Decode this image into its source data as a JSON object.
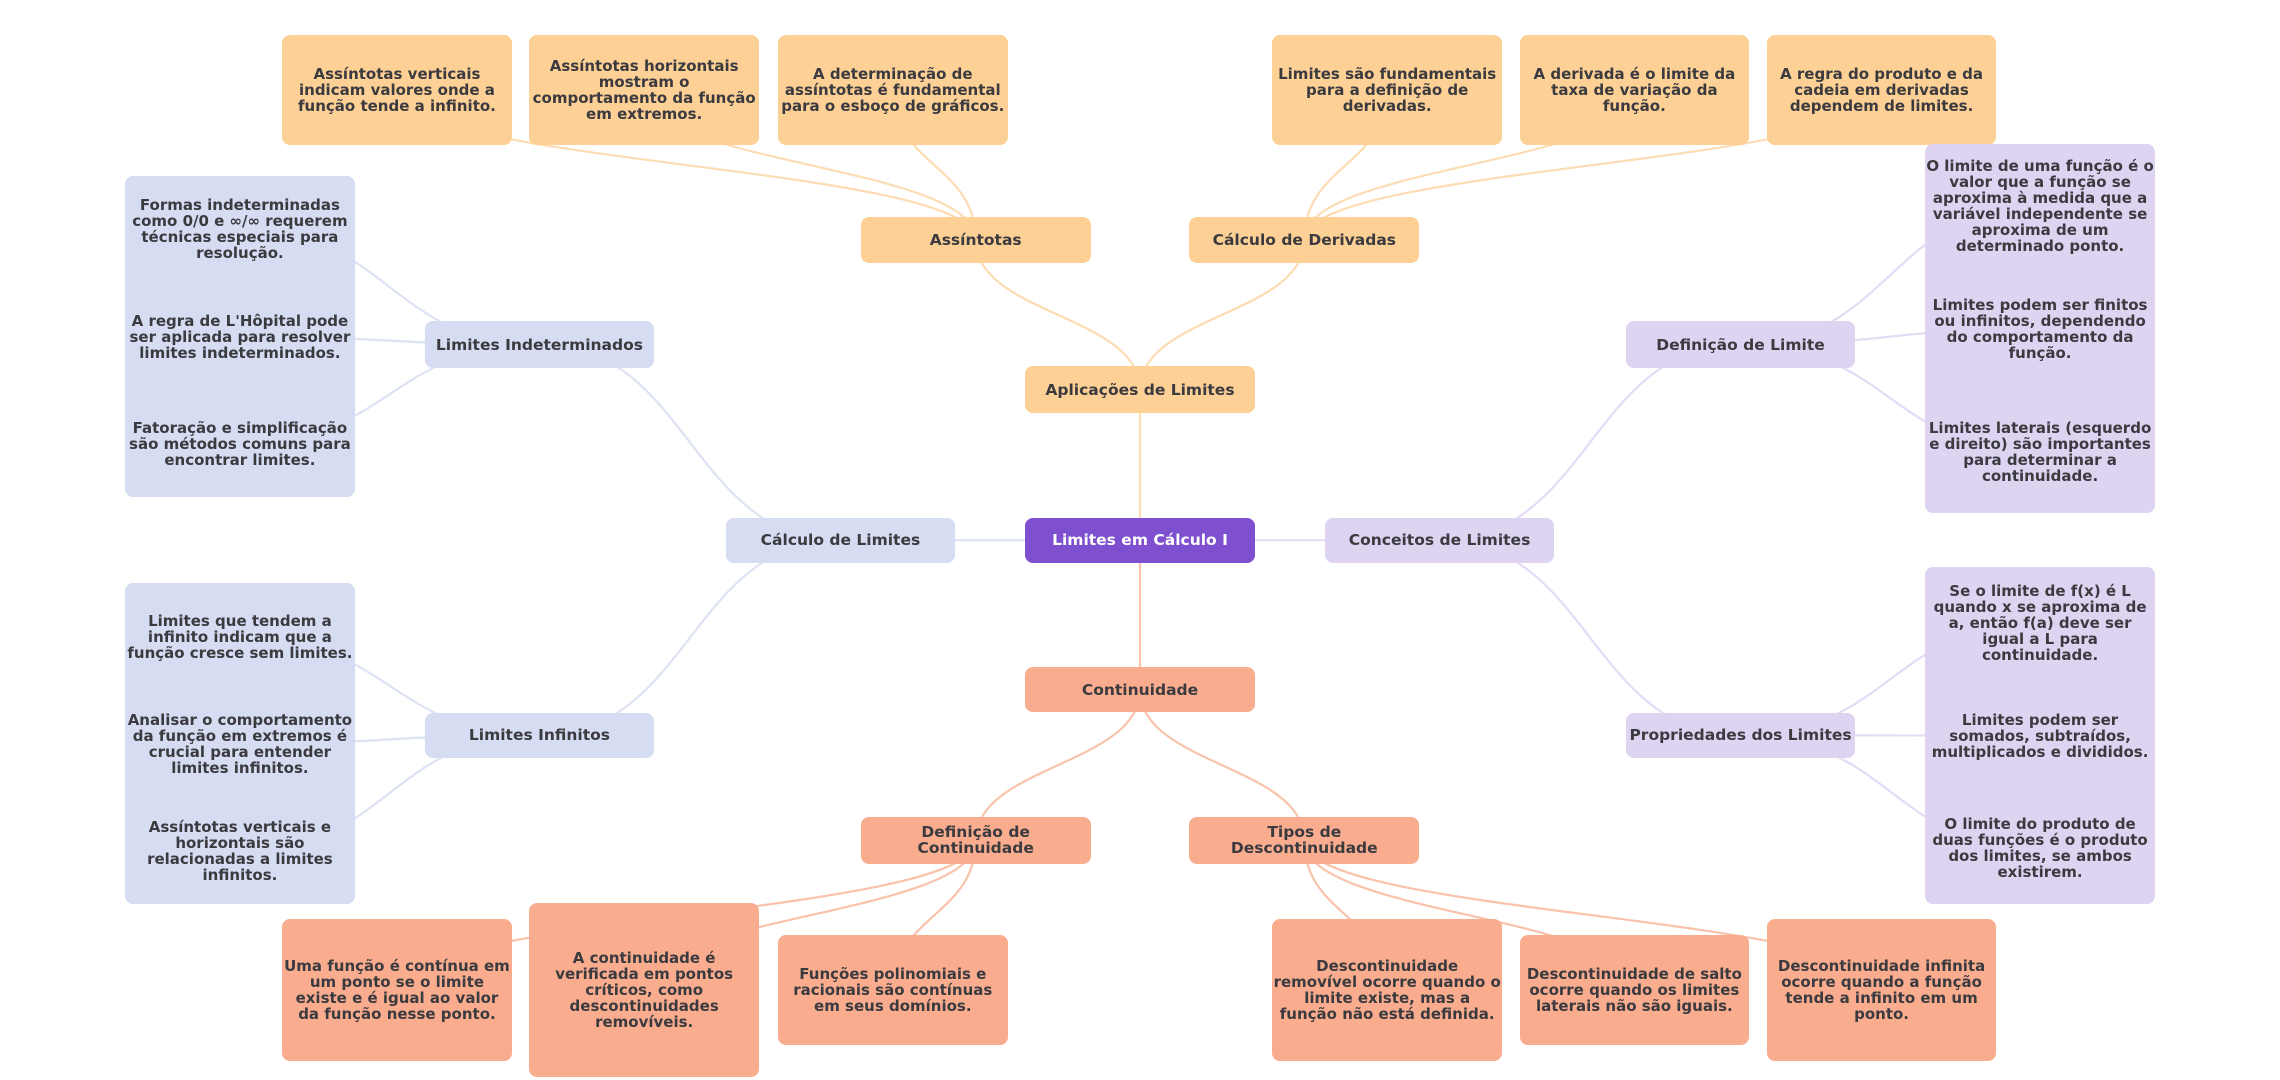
{
  "colors": {
    "root": "#7e4fcf",
    "orange": "#fdd095",
    "blue": "#d6ddf2",
    "lavender": "#dfd3f2",
    "salmon": "#f9ad8e",
    "edge_orange": "#fddcb3",
    "edge_blue": "#dde3f4",
    "edge_lavender": "#e4dbf5",
    "edge_salmon": "#f9c2aa",
    "text": "#3a3a3f"
  },
  "root": {
    "id": "root",
    "label": "Limites em Cálculo I"
  },
  "branches": [
    {
      "id": "aplic",
      "label": "Aplicações de Limites",
      "color": "orange",
      "children": [
        {
          "id": "assint",
          "label": "Assíntotas",
          "leaves": [
            "Assíntotas verticais indicam valores onde a função tende a infinito.",
            "Assíntotas horizontais mostram o comportamento da função em extremos.",
            "A determinação de assíntotas é fundamental para o esboço de gráficos."
          ]
        },
        {
          "id": "deriv",
          "label": "Cálculo de Derivadas",
          "leaves": [
            "Limites são fundamentais para a definição de derivadas.",
            "A derivada é o limite da taxa de variação da função.",
            "A regra do produto e da cadeia em derivadas dependem de limites."
          ]
        }
      ]
    },
    {
      "id": "calc",
      "label": "Cálculo de Limites",
      "color": "blue",
      "children": [
        {
          "id": "indet",
          "label": "Limites Indeterminados",
          "leaves": [
            "Formas indeterminadas como 0/0 e ∞/∞ requerem técnicas especiais para resolução.",
            "A regra de L'Hôpital pode ser aplicada para resolver limites indeterminados.",
            "Fatoração e simplificação são métodos comuns para encontrar limites."
          ]
        },
        {
          "id": "infin",
          "label": "Limites Infinitos",
          "leaves": [
            "Limites que tendem a infinito indicam que a função cresce sem limites.",
            "Analisar o comportamento da função em extremos é crucial para entender limites infinitos.",
            "Assíntotas verticais e horizontais são relacionadas a limites infinitos."
          ]
        }
      ]
    },
    {
      "id": "conc",
      "label": "Conceitos de Limites",
      "color": "lavender",
      "children": [
        {
          "id": "defl",
          "label": "Definição de Limite",
          "leaves": [
            "O limite de uma função é o valor que a função se aproxima à medida que a variável independente se aproxima de um determinado ponto.",
            "Limites podem ser finitos ou infinitos, dependendo do comportamento da função.",
            "Limites laterais (esquerdo e direito) são importantes para determinar a continuidade."
          ]
        },
        {
          "id": "prop",
          "label": "Propriedades dos Limites",
          "leaves": [
            "Se o limite de f(x) é L quando x se aproxima de a, então f(a) deve ser igual a L para continuidade.",
            "Limites podem ser somados, subtraídos, multiplicados e divididos.",
            "O limite do produto de duas funções é o produto dos limites, se ambos existirem."
          ]
        }
      ]
    },
    {
      "id": "cont",
      "label": "Continuidade",
      "color": "salmon",
      "children": [
        {
          "id": "defc",
          "label": "Definição de Continuidade",
          "leaves": [
            "Uma função é contínua em um ponto se o limite existe e é igual ao valor da função nesse ponto.",
            "A continuidade é verificada em pontos críticos, como descontinuidades removíveis.",
            "Funções polinomiais e racionais são contínuas em seus domínios."
          ]
        },
        {
          "id": "tipos",
          "label": "Tipos de Descontinuidade",
          "leaves": [
            "Descontinuidade removível ocorre quando o limite existe, mas a função não está definida.",
            "Descontinuidade de salto ocorre quando os limites laterais não são iguais.",
            "Descontinuidade infinita ocorre quando a função tende a infinito em um ponto."
          ]
        }
      ]
    }
  ]
}
